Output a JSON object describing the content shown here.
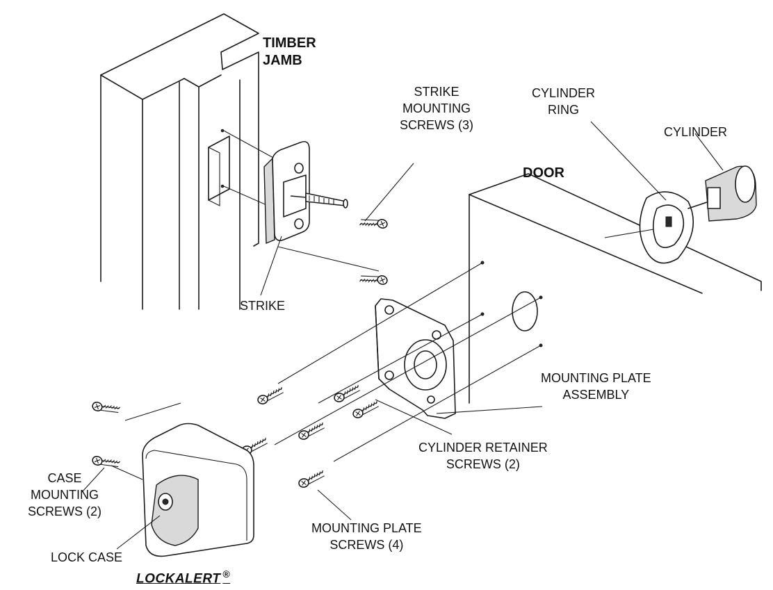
{
  "labels": {
    "timber_jamb": [
      "TIMBER",
      "JAMB"
    ],
    "strike_mounting_screws": [
      "STRIKE",
      "MOUNTING",
      "SCREWS (3)"
    ],
    "strike": "STRIKE",
    "cylinder_ring": [
      "CYLINDER",
      "RING"
    ],
    "cylinder": "CYLINDER",
    "door": "DOOR",
    "mounting_plate_assembly": [
      "MOUNTING PLATE",
      "ASSEMBLY"
    ],
    "cylinder_retainer_screws": [
      "CYLINDER RETAINER",
      "SCREWS (2)"
    ],
    "mounting_plate_screws": [
      "MOUNTING PLATE",
      "SCREWS (4)"
    ],
    "case_mounting_screws": [
      "CASE",
      "MOUNTING",
      "SCREWS (2)"
    ],
    "lock_case": "LOCK CASE"
  },
  "brand": {
    "name": "LOCKALERT",
    "mark": "®"
  }
}
